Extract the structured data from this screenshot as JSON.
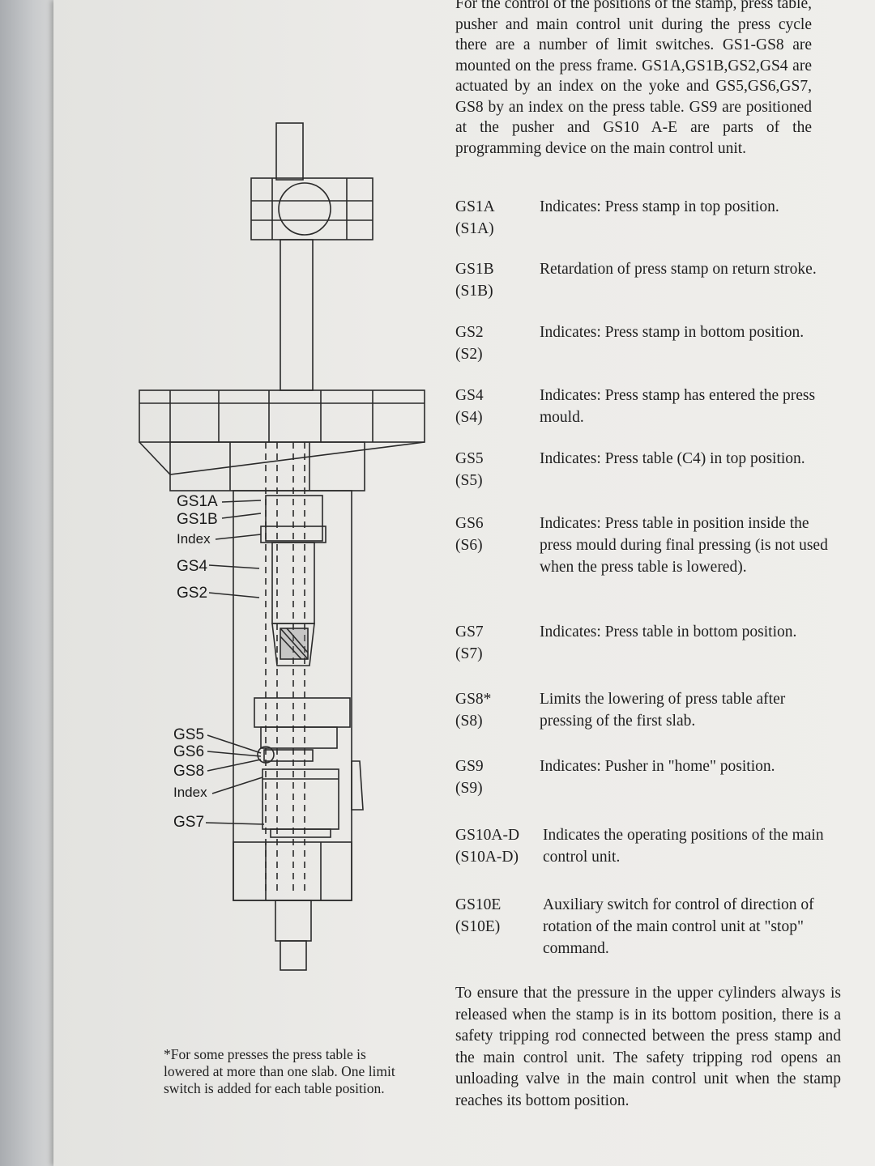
{
  "intro": "For the control of the positions of the stamp, press table, pusher and main control unit during the press cycle there are a number of limit switches. GS1-GS8 are mounted on the press frame. GS1A,GS1B,GS2,GS4 are actuated by an index on the yoke and GS5,GS6,GS7, GS8 by an index on the press table. GS9 are positioned at the pusher and GS10 A-E are parts of the programming device on the main control unit.",
  "entries": [
    {
      "code": "GS1A",
      "sub": "(S1A)",
      "desc": "Indicates: Press stamp in top position."
    },
    {
      "code": "GS1B",
      "sub": "(S1B)",
      "desc": "Retardation of press stamp on return stroke."
    },
    {
      "code": "GS2",
      "sub": "(S2)",
      "desc": "Indicates: Press stamp in bottom position."
    },
    {
      "code": "GS4",
      "sub": "(S4)",
      "desc": "Indicates: Press stamp has entered the press mould."
    },
    {
      "code": "GS5",
      "sub": "(S5)",
      "desc": "Indicates: Press table (C4) in top position."
    },
    {
      "code": "GS6",
      "sub": "(S6)",
      "desc": "Indicates: Press table in position inside the press mould during final pressing (is not used when the press table is lowered)."
    },
    {
      "code": "GS7",
      "sub": "(S7)",
      "desc": "Indicates: Press table in bottom position."
    },
    {
      "code": "GS8*",
      "sub": "(S8)",
      "desc": "Limits the lowering of press table after pressing of the first slab."
    },
    {
      "code": "GS9",
      "sub": "(S9)",
      "desc": "Indicates: Pusher in \"home\" position."
    },
    {
      "code": "GS10A-D",
      "sub": "(S10A-D)",
      "desc": "Indicates the operating positions of the main control unit."
    },
    {
      "code": "GS10E",
      "sub": "(S10E)",
      "desc": "Auxiliary switch for control of direction of rotation of the main control unit at \"stop\" command."
    }
  ],
  "closing": "To ensure that the pressure in the upper cylinders always is released when the stamp is in its bottom position, there is a safety tripping rod connected between the press stamp and the main control unit. The safety tripping rod opens an unloading valve in the main control unit when the stamp reaches its bottom position.",
  "figure": {
    "labels": [
      "GS1A",
      "GS1B",
      "Index",
      "GS4",
      "GS2",
      "GS5",
      "GS6",
      "GS8",
      "Index",
      "GS7"
    ]
  },
  "footnote": "*For some presses the press table is lowered at more than one slab. One limit switch is added for each table position."
}
